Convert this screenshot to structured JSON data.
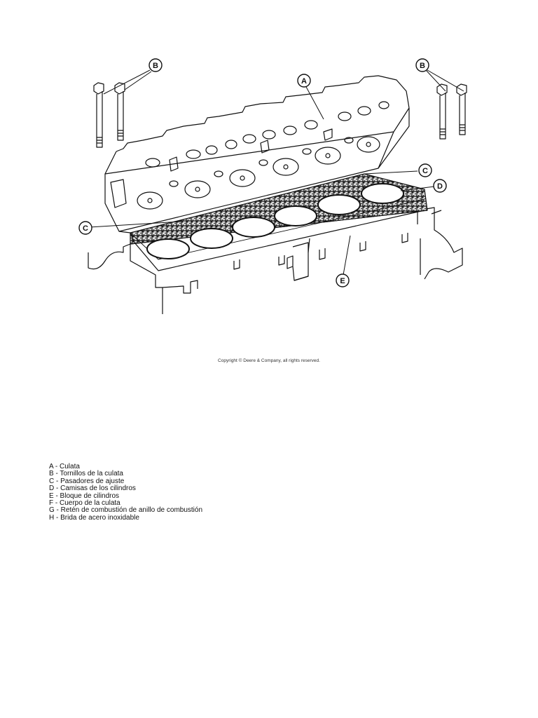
{
  "figure": {
    "callouts": {
      "a": "A",
      "b": "B",
      "c": "C",
      "d": "D",
      "e": "E"
    }
  },
  "copyright": "Copyright © Deere & Company, all rights reserved.",
  "legend": [
    "A - Culata",
    "B - Tornillos de la culata",
    "C - Pasadores de ajuste",
    "D - Camisas de los cilindros",
    "E - Bloque de cilindros",
    "F - Cuerpo de la culata",
    "G - Retén de combustión de anillo de combustión",
    "H - Brida de acero inoxidable"
  ]
}
